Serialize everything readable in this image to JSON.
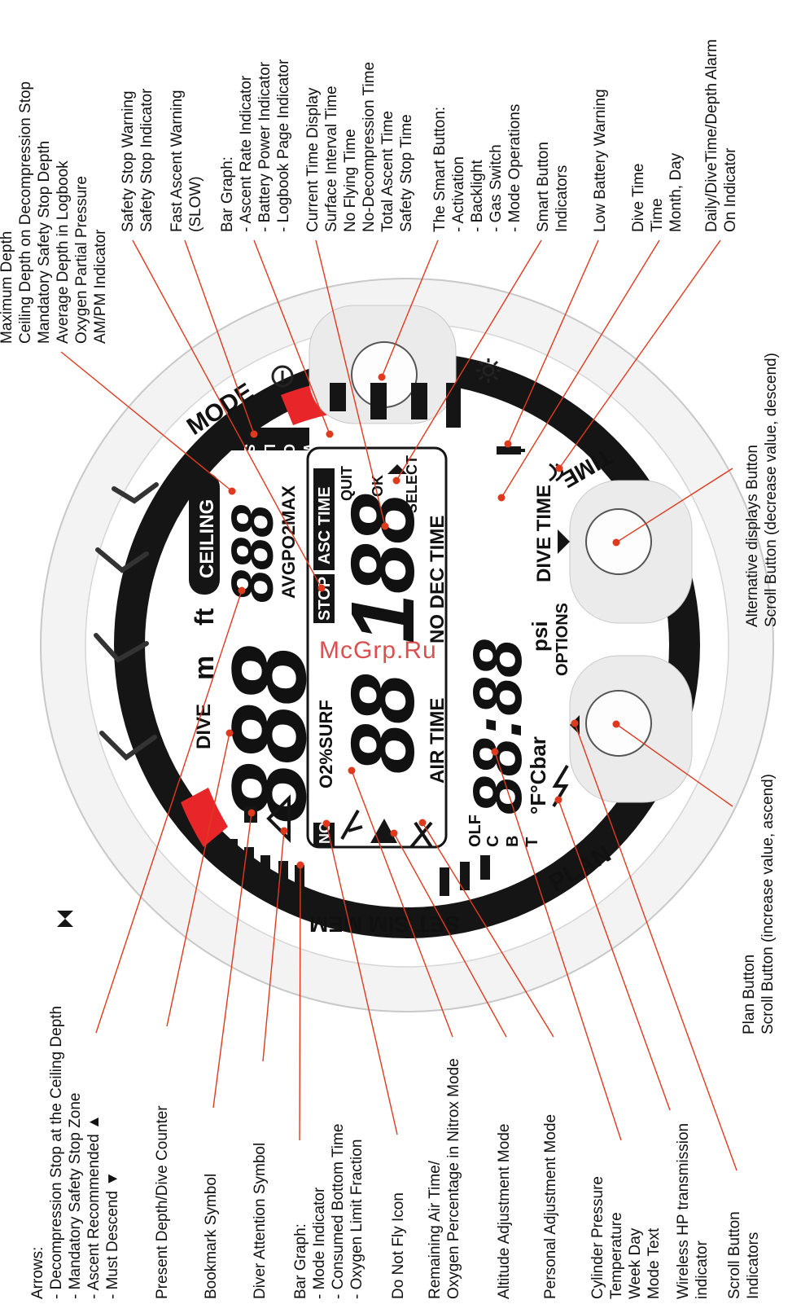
{
  "watermark": "McGrp.Ru",
  "bezel": {
    "mode": "MODE",
    "time": "TIME",
    "plan": "PLAN",
    "set_sim_mem": "SET SIM MEM"
  },
  "lcd": {
    "ceiling": "CEILING",
    "dive": "DIVE",
    "m": "m",
    "ft": "ft",
    "avg_po2_max": "AVGPO2MAX",
    "stop": "STOP",
    "asc_time": "ASC TIME",
    "quit": "QUIT",
    "ok": "OK",
    "select": "SELECT",
    "o2_surf": "O2%SURF",
    "no_dec_time": "NO DEC TIME",
    "air_time": "AIR TIME",
    "no": "NO",
    "psi": "psi",
    "options": "OPTIONS",
    "dive_time": "DIVE TIME",
    "cbar": "°F°Cbar",
    "olf": "OLF",
    "c": "C",
    "b": "B",
    "t": "T",
    "slow": [
      "S",
      "L",
      "O",
      "W"
    ],
    "digits_main": "888",
    "digits_small": "888",
    "digits_mid_a": "88",
    "digits_mid_b": "188",
    "digits_bottom": "88:88"
  },
  "top_labels": [
    [
      "Maximum Depth",
      "Ceiling Depth on Decompression Stop",
      "Mandatory Safety Stop Depth",
      "Average Depth in Logbook",
      "Oxygen Partial Pressure",
      "AM/PM Indicator"
    ],
    [
      "Safety Stop Warning",
      "Safety Stop Indicator"
    ],
    [
      "Fast Ascent Warning",
      "(SLOW)"
    ],
    [
      "Bar Graph:",
      "- Ascent Rate Indicator",
      "- Battery Power Indicator",
      "- Logbook Page Indicator"
    ],
    [
      "Current Time Display",
      "Surface Interval Time",
      "No Flying Time",
      "No-Decompression Time",
      "Total Ascent Time",
      "Safety Stop Time"
    ],
    [
      "The Smart Button:",
      "- Activation",
      "- Backlight",
      "- Gas Switch",
      "- Mode Operations"
    ],
    [
      "Smart Button",
      "Indicators"
    ],
    [
      "Low Battery Warning"
    ],
    [
      "Dive Time",
      "Time",
      "Month, Day"
    ],
    [
      "Daily/DiveTime/Depth Alarm",
      "On Indicator"
    ]
  ],
  "right_labels": [
    [
      "Alternative displays Button",
      "Scroll Button (decrease value, descend)"
    ],
    [
      "Plan Button",
      "Scroll Button (increase value, ascend)"
    ]
  ],
  "bottom_labels": [
    [
      "Arrows:",
      "- Decompression Stop at the Ceiling Depth",
      "- Mandatory Safety Stop Zone",
      "- Ascent Recommended ▲",
      "- Must Descend ▼"
    ],
    [
      "Present Depth/Dive Counter"
    ],
    [
      "Bookmark Symbol"
    ],
    [
      "Diver Attention Symbol"
    ],
    [
      "Bar Graph:",
      "- Mode Indicator",
      "- Consumed Bottom Time",
      "- Oxygen Limit Fraction"
    ],
    [
      "Do Not Fly Icon"
    ],
    [
      "Remaining Air Time/",
      "Oxygen Percentage in Nitrox Mode"
    ],
    [
      "Altitude Adjustment Mode"
    ],
    [
      "Personal Adjustment Mode"
    ],
    [
      "Cylinder Pressure",
      "Temperature",
      "Week Day",
      "Mode Text"
    ],
    [
      "Wireless HP transmission",
      "indicator"
    ],
    [
      "Scroll Button",
      "Indicators"
    ]
  ],
  "colors": {
    "leader": "#e03a1e",
    "warning_red": "#e8262a",
    "lcd": "#111111"
  }
}
